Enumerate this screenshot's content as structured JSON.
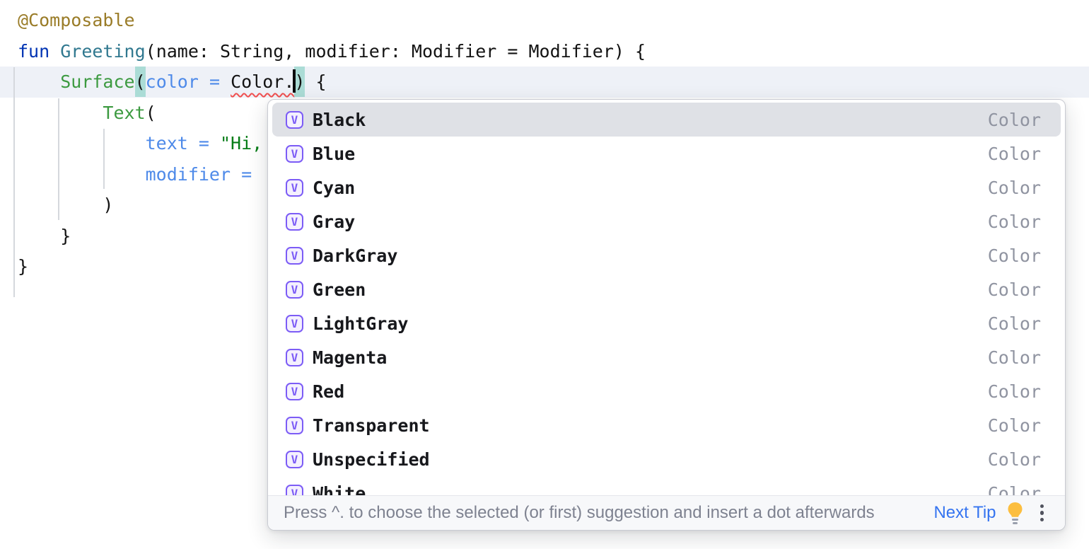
{
  "editor": {
    "lines": [
      {
        "tokens": [
          {
            "text": "@Composable",
            "style": "annotation"
          }
        ]
      },
      {
        "tokens": [
          {
            "text": "fun",
            "style": "keyword"
          },
          {
            "text": " ",
            "style": "plain"
          },
          {
            "text": "Greeting",
            "style": "fndecl"
          },
          {
            "text": "(name: String, modifier: Modifier = Modifier) {",
            "style": "plain"
          }
        ]
      },
      {
        "tokens": [
          {
            "text": "    ",
            "style": "plain"
          },
          {
            "text": "Surface",
            "style": "call"
          },
          {
            "text": "(",
            "style": "paren"
          },
          {
            "text": "color = ",
            "style": "named"
          },
          {
            "text": "Color.",
            "style": "err"
          },
          {
            "text": "",
            "style": "caret"
          },
          {
            "text": ")",
            "style": "paren"
          },
          {
            "text": " {",
            "style": "plain"
          }
        ]
      },
      {
        "tokens": [
          {
            "text": "        ",
            "style": "plain"
          },
          {
            "text": "Text",
            "style": "call"
          },
          {
            "text": "(",
            "style": "plain"
          }
        ]
      },
      {
        "tokens": [
          {
            "text": "            ",
            "style": "plain"
          },
          {
            "text": "text = ",
            "style": "named"
          },
          {
            "text": "\"Hi,",
            "style": "str"
          }
        ]
      },
      {
        "tokens": [
          {
            "text": "            ",
            "style": "plain"
          },
          {
            "text": "modifier = ",
            "style": "named"
          }
        ]
      },
      {
        "tokens": [
          {
            "text": "        )",
            "style": "plain"
          }
        ]
      },
      {
        "tokens": [
          {
            "text": "    }",
            "style": "plain"
          }
        ]
      },
      {
        "tokens": [
          {
            "text": "}",
            "style": "plain"
          }
        ]
      }
    ]
  },
  "popup": {
    "selected_index": 0,
    "item_icon_letter": "V",
    "items": [
      {
        "label": "Black",
        "type": "Color"
      },
      {
        "label": "Blue",
        "type": "Color"
      },
      {
        "label": "Cyan",
        "type": "Color"
      },
      {
        "label": "Gray",
        "type": "Color"
      },
      {
        "label": "DarkGray",
        "type": "Color"
      },
      {
        "label": "Green",
        "type": "Color"
      },
      {
        "label": "LightGray",
        "type": "Color"
      },
      {
        "label": "Magenta",
        "type": "Color"
      },
      {
        "label": "Red",
        "type": "Color"
      },
      {
        "label": "Transparent",
        "type": "Color"
      },
      {
        "label": "Unspecified",
        "type": "Color"
      },
      {
        "label": "White",
        "type": "Color"
      }
    ],
    "footer": {
      "hint": "Press ^. to choose the selected (or first) suggestion and insert a dot afterwards",
      "next_tip_label": "Next Tip"
    }
  },
  "colors": {
    "accent_purple": "#7C5CF6",
    "selection_gray": "#DFE1E6",
    "link_blue": "#3574F0",
    "error_red": "#F05050",
    "paren_match_teal": "#ABDCD6",
    "caret_line": "#EEF1F7",
    "annotation_gold": "#9A7C28",
    "keyword_blue": "#0033B3",
    "function_decl_teal": "#30788F",
    "composable_call_green": "#3C9A40",
    "named_arg_blue": "#4E8AE9",
    "string_green": "#067D17",
    "bulb_yellow": "#FCBE3F"
  }
}
